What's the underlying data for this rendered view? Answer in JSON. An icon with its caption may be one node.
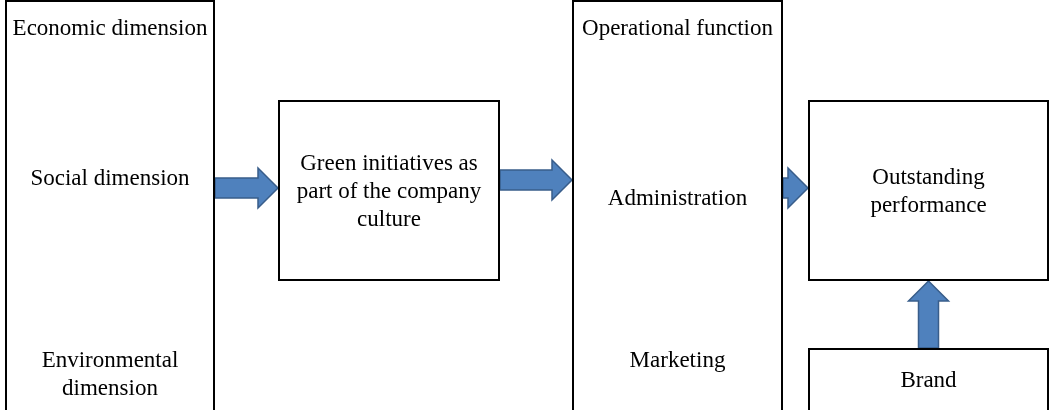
{
  "diagram": {
    "nodes": [
      {
        "text": [
          "Economic dimension",
          "Social dimension",
          "Environmental dimension"
        ]
      },
      {
        "text": [
          "Green initiatives as part of the company culture"
        ]
      },
      {
        "text": [
          "Operational function",
          "Administration",
          "Marketing"
        ]
      },
      {
        "text": [
          "Outstanding performance"
        ]
      },
      {
        "text": [
          "Brand"
        ]
      }
    ],
    "edges": [
      {
        "from": 0,
        "to": 1,
        "arrow": "to"
      },
      {
        "from": 1,
        "to": 2,
        "arrow": "to"
      },
      {
        "from": 2,
        "to": 3,
        "arrow": "to"
      },
      {
        "from": 4,
        "to": 3,
        "arrow": "to"
      }
    ]
  }
}
